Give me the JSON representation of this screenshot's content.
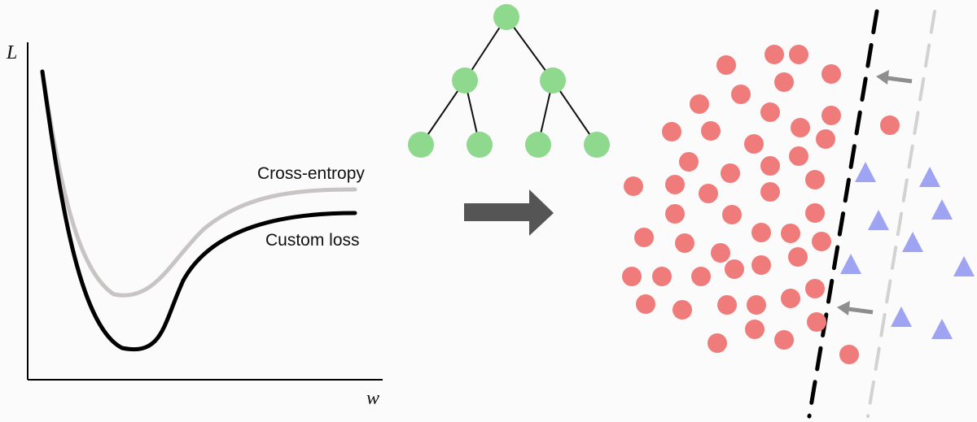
{
  "loss_plot": {
    "y_axis_label": "L",
    "x_axis_label": "w",
    "curves": [
      {
        "name": "Cross-entropy",
        "color": "#c8c4c4"
      },
      {
        "name": "Custom loss",
        "color": "#000000"
      }
    ]
  },
  "tree": {
    "node_color": "#8fd98f",
    "levels": [
      1,
      2,
      4
    ]
  },
  "transform_arrow": {
    "color": "#555555",
    "direction": "right"
  },
  "classification": {
    "circle_class": {
      "shape": "circle",
      "color": "#f07b7b"
    },
    "triangle_class": {
      "shape": "triangle",
      "color": "#9fa4f2"
    },
    "old_boundary": {
      "style": "dashed",
      "color": "#d2d2d2"
    },
    "new_boundary": {
      "style": "dashed",
      "color": "#000000"
    },
    "shift_arrows": {
      "count": 2,
      "color": "#8e8e8e",
      "direction": "left"
    }
  }
}
